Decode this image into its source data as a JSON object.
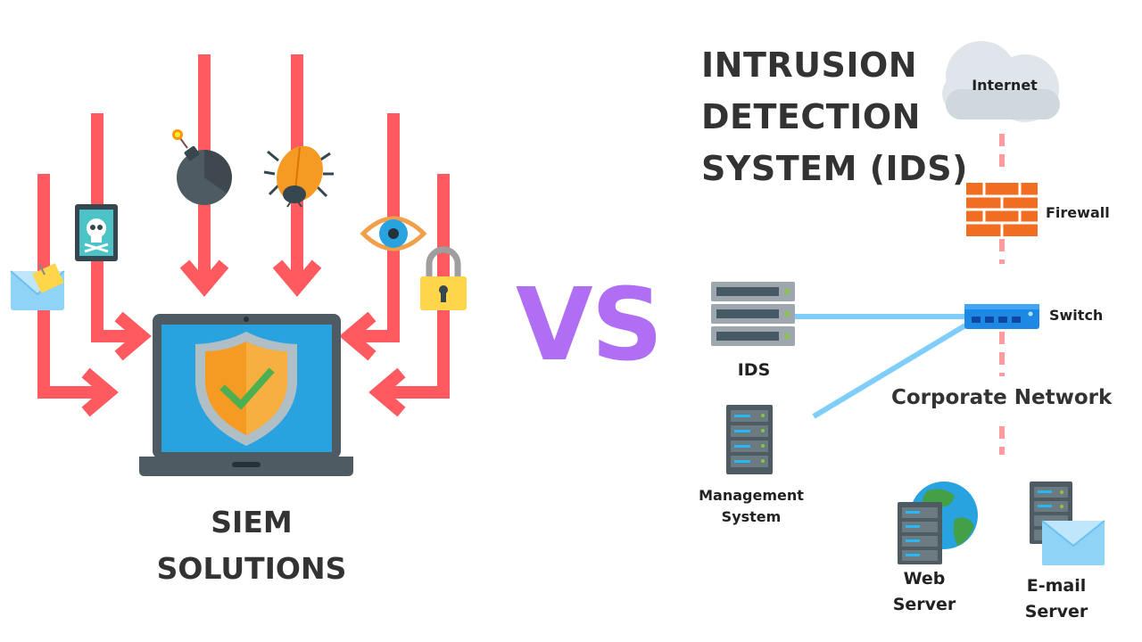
{
  "left": {
    "title_line1": "SIEM",
    "title_line2": "SOLUTIONS",
    "threat_icons": [
      "mail-icon",
      "skull-tablet-icon",
      "bomb-icon",
      "bug-icon",
      "eye-icon",
      "padlock-icon"
    ]
  },
  "vs_text": "VS",
  "right": {
    "title_line1": "INTRUSION",
    "title_line2": "DETECTION",
    "title_line3": "SYSTEM (IDS)",
    "nodes": {
      "internet": "Internet",
      "firewall": "Firewall",
      "switch": "Switch",
      "ids": "IDS",
      "corporate_network": "Corporate Network",
      "management_line1": "Management",
      "management_line2": "System",
      "web_line1": "Web",
      "web_line2": "Server",
      "email_line1": "E-mail",
      "email_line2": "Server"
    }
  },
  "colors": {
    "arrow": "#ff5a5f",
    "vs": "#b06ef5",
    "link": "#7fcdfa",
    "dashed": "#ff9a9e",
    "text": "#333333"
  }
}
